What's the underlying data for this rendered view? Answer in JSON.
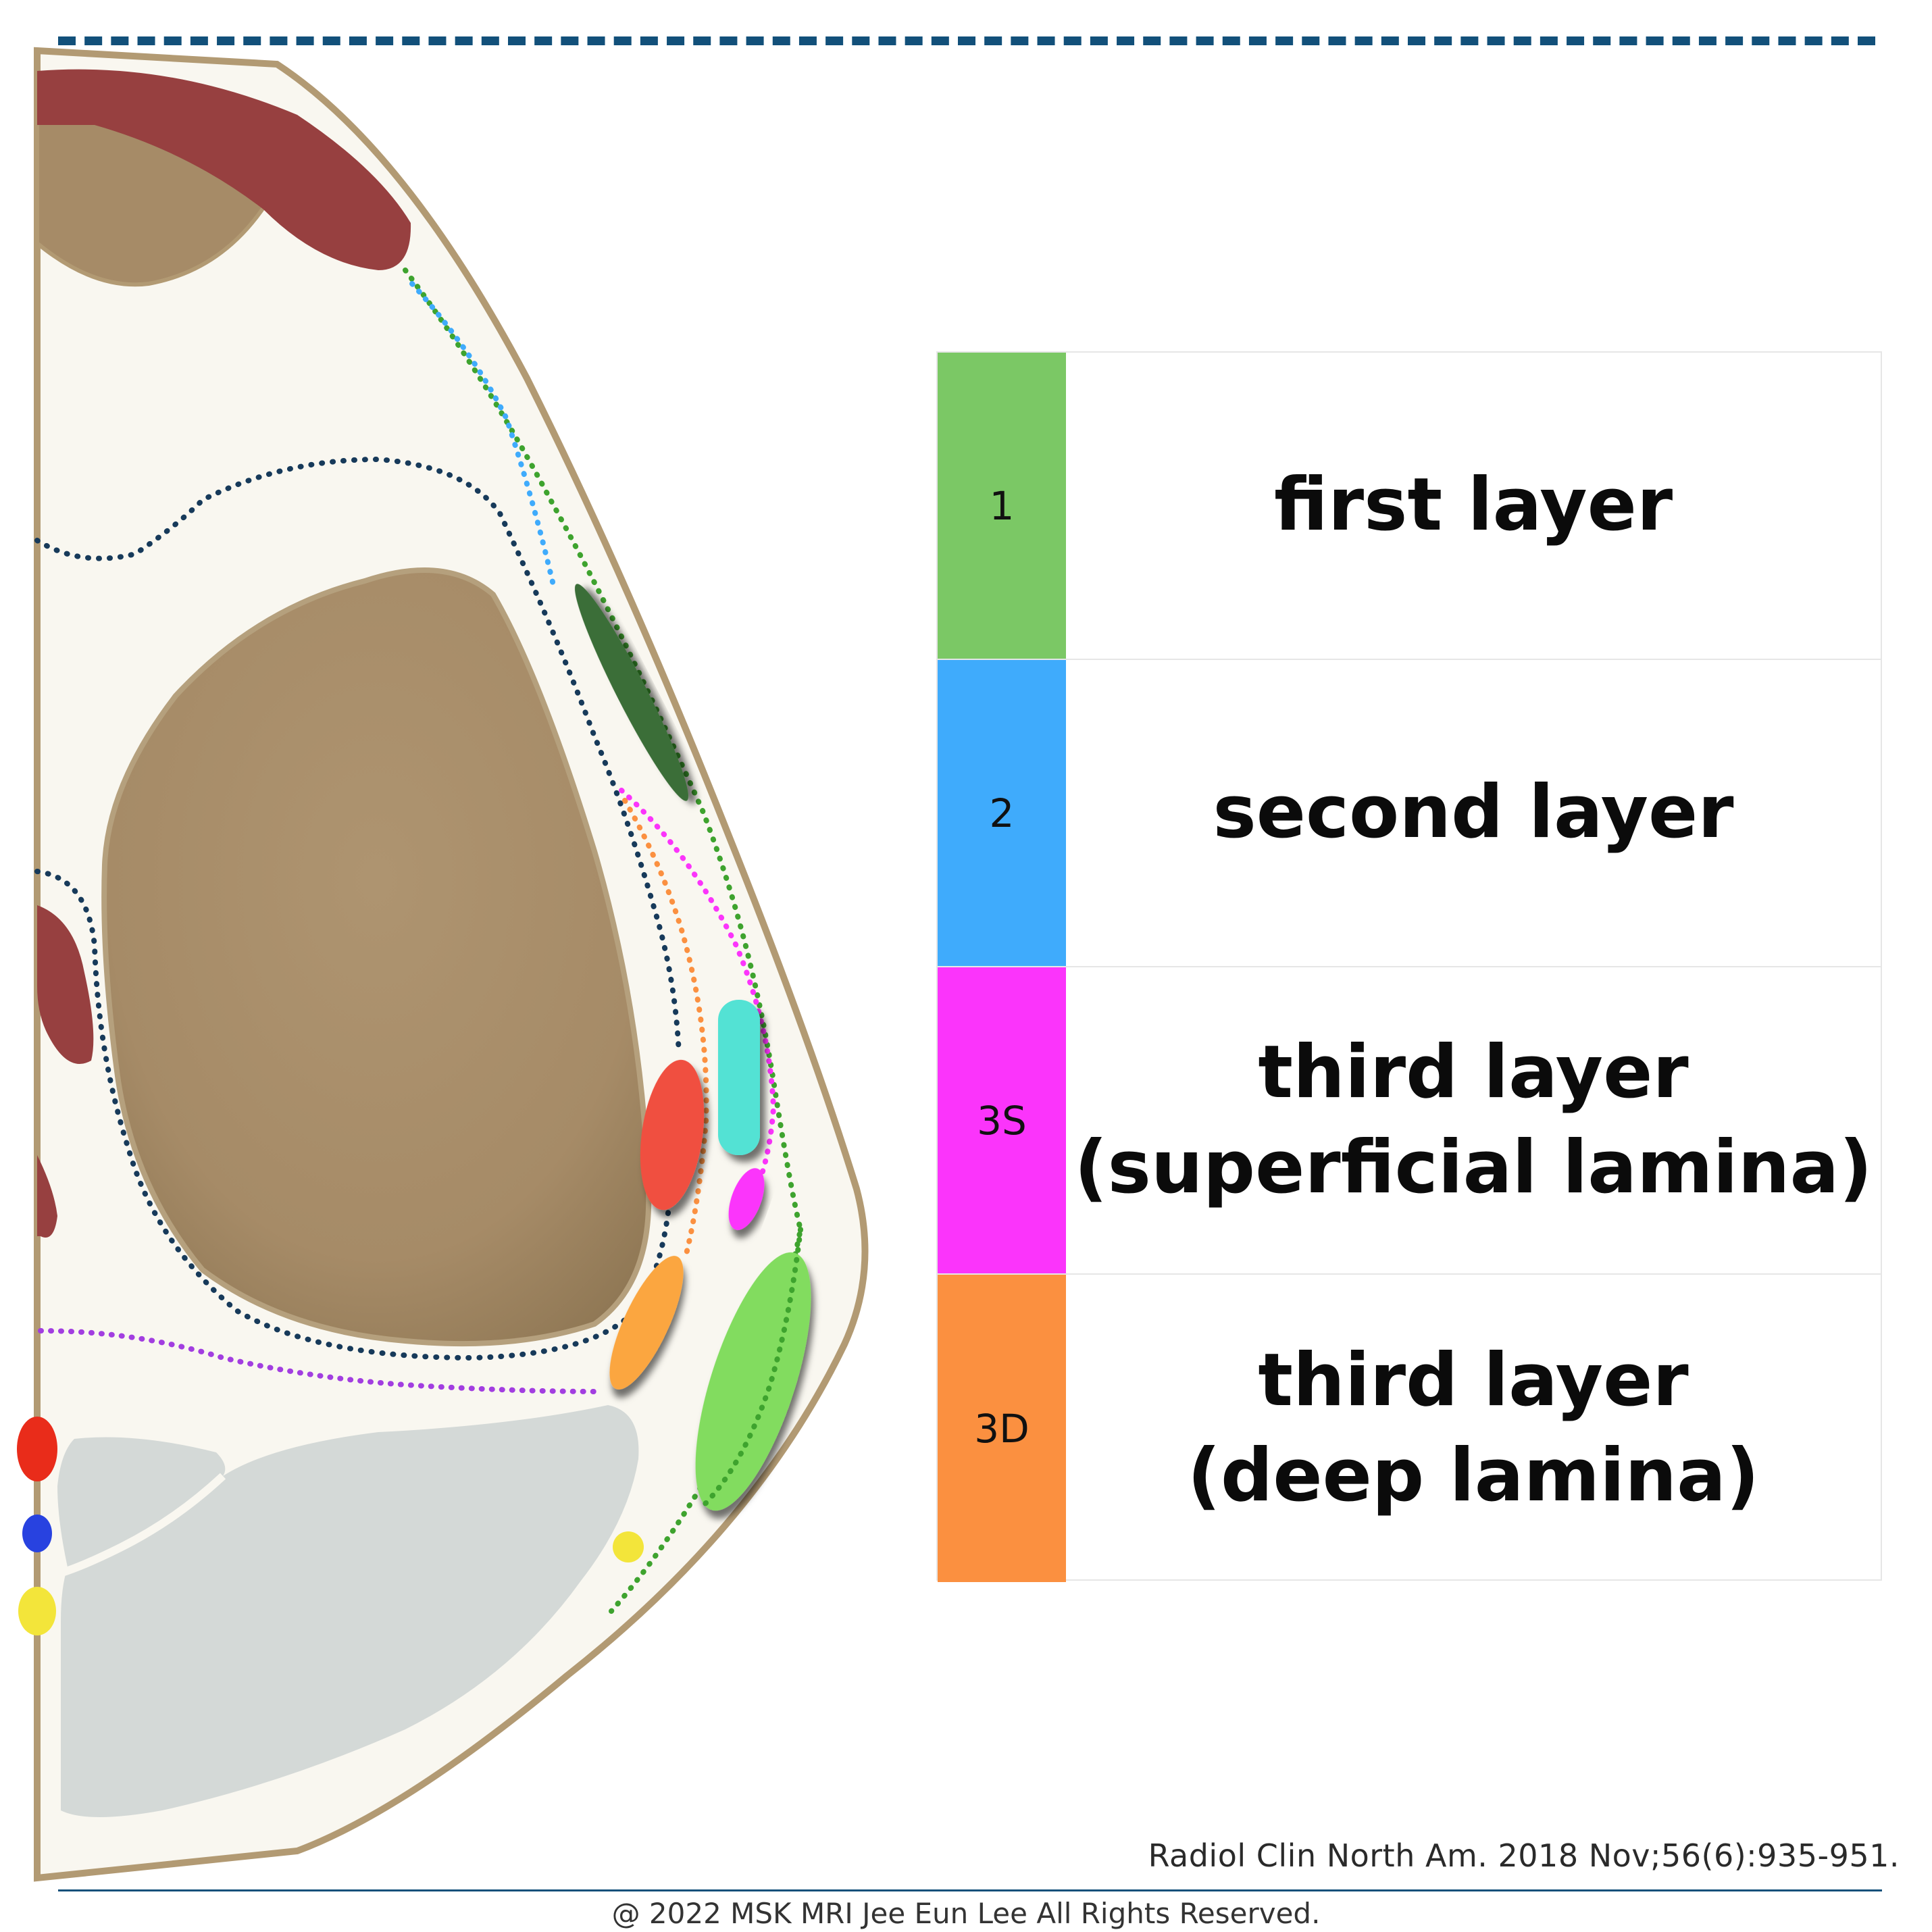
{
  "legend": {
    "items": [
      {
        "code": "1",
        "label": "first layer",
        "color": "#7bc865"
      },
      {
        "code": "2",
        "label": "second layer",
        "color": "#3fabfc"
      },
      {
        "code": "3S",
        "label": "third layer\n(superficial lamina)",
        "color": "#fb34fb"
      },
      {
        "code": "3D",
        "label": "third layer\n(deep lamina)",
        "color": "#fb9040"
      }
    ]
  },
  "citation": "Radiol Clin North Am. 2018 Nov;56(6):935-951.",
  "copyright": "@ 2022 MSK MRI Jee Eun Lee All Rights Reserved."
}
